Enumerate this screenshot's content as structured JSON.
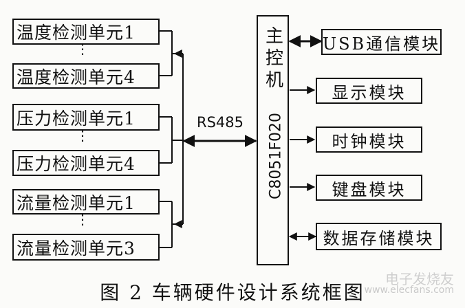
{
  "left_units": [
    "温度检测单元1",
    "温度检测单元4",
    "压力检测单元1",
    "压力检测单元4",
    "流量检测单元1",
    "流量检测单元3"
  ],
  "ellipsis": "⋮",
  "bus_label": "RS485",
  "mcu": {
    "role": "主控机",
    "name": "C8051F020"
  },
  "right_modules": [
    "USB通信模块",
    "显示模块",
    "时钟模块",
    "键盘模块",
    "数据存储模块"
  ],
  "caption": "图 2  车辆硬件设计系统框图",
  "watermark": {
    "main": "电子发烧友",
    "sub": "www.elecfans.com"
  }
}
